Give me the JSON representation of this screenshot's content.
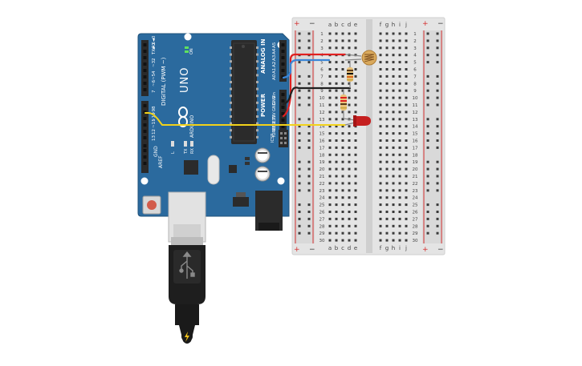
{
  "board": {
    "name": "UNO",
    "brand": "ARDUINO",
    "digital_label": "DIGITAL (PWM ~)",
    "analog_label": "ANALOG IN",
    "power_label": "POWER",
    "icsp_label": "ICSP",
    "on_label": "ON",
    "tx_label": "TX",
    "rx_label": "RX",
    "l_label": "L",
    "aref_label": "AREF",
    "gnd_label": "GND",
    "digital_pins": [
      "RX◄0",
      "TX►1",
      "2",
      "~3",
      "4",
      "~5",
      "~6",
      "7",
      "8",
      "~9",
      "~10",
      "~11",
      "12",
      "13"
    ],
    "analog_pins": [
      "A5",
      "A4",
      "A3",
      "A2",
      "A1",
      "A0"
    ],
    "power_pins": [
      "Vin",
      "GND",
      "GND",
      "5V",
      "3.3V",
      "RESET",
      "IOREF"
    ],
    "colors": {
      "pcb": "#2b6a9e",
      "pcb_dark": "#1f5179",
      "header": "#2a2a2a",
      "chip": "#2b2b2b"
    }
  },
  "breadboard": {
    "top_cols": [
      "a",
      "b",
      "c",
      "d",
      "e",
      "f",
      "g",
      "h",
      "i",
      "j"
    ],
    "bottom_cols": [
      "a",
      "b",
      "c",
      "d",
      "e",
      "f",
      "g",
      "h",
      "i",
      "j"
    ],
    "rows": [
      "1",
      "2",
      "3",
      "4",
      "5",
      "6",
      "7",
      "8",
      "9",
      "10",
      "11",
      "12",
      "13",
      "14",
      "15",
      "16",
      "17",
      "18",
      "19",
      "20",
      "21",
      "22",
      "23",
      "24",
      "25",
      "26",
      "27",
      "28",
      "29",
      "30"
    ],
    "plus": "+",
    "minus": "−"
  },
  "wires": {
    "red": "#e02020",
    "blue": "#3a86d8",
    "black": "#202020",
    "yellow": "#f2d21a"
  },
  "components": {
    "led_color": "#c51f1f",
    "resistor_color": "#e8c27a",
    "ldr_color": "#d9a95c"
  },
  "usb": {
    "icon": "usb-icon",
    "power_icon": "lightning-icon"
  }
}
